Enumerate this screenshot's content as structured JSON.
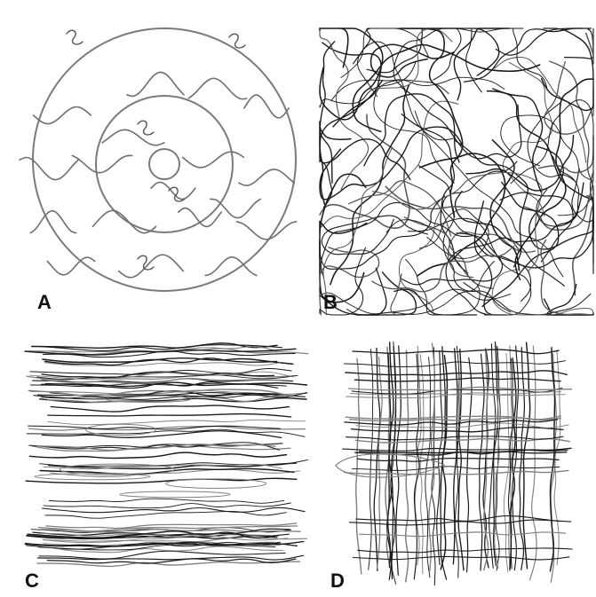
{
  "figure": {
    "background": "#ffffff",
    "ink_color": "#1a1a1a",
    "gray_color": "#808080",
    "panels": [
      {
        "id": "A",
        "label": "A",
        "pattern": "concentric-circles-with-wavy-fibers"
      },
      {
        "id": "B",
        "label": "B",
        "pattern": "random-tangled-fibers"
      },
      {
        "id": "C",
        "label": "C",
        "pattern": "aligned-horizontal-fibers"
      },
      {
        "id": "D",
        "label": "D",
        "pattern": "orthogonal-crossed-fibers"
      }
    ]
  }
}
